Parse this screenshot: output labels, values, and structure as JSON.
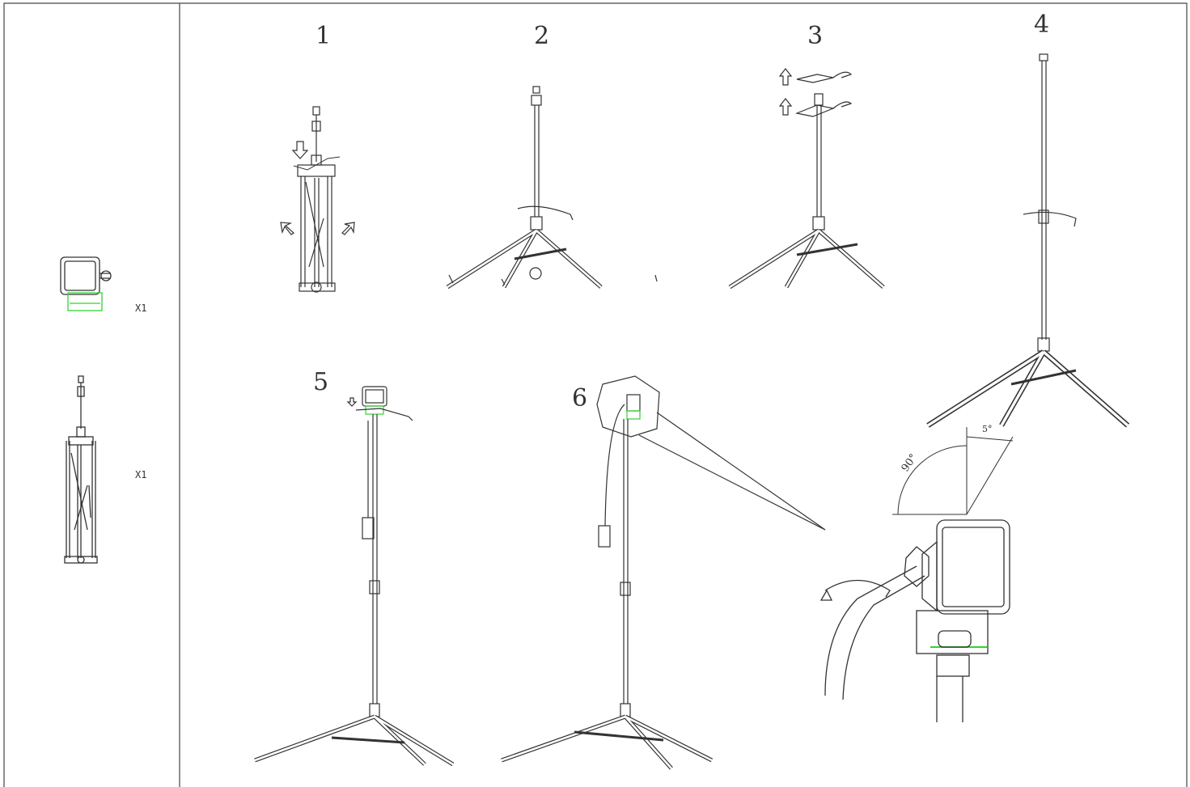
{
  "parts": [
    {
      "name": "floodlight",
      "quantity": "X1"
    },
    {
      "name": "tripod-stand",
      "quantity": "X1"
    }
  ],
  "steps": [
    {
      "number": "1"
    },
    {
      "number": "2"
    },
    {
      "number": "3"
    },
    {
      "number": "4"
    },
    {
      "number": "5"
    },
    {
      "number": "6"
    }
  ],
  "detail": {
    "tilt_angle": "90°",
    "back_tilt_angle": "5°"
  },
  "colors": {
    "line": "#333333",
    "accent_green": "#2fd62f",
    "frame": "#444444"
  },
  "icons": [
    "floodlight-icon",
    "tripod-icon",
    "arrow-down-icon",
    "arrow-up-icon",
    "rotate-arrow-icon",
    "outward-arrow-icon"
  ]
}
